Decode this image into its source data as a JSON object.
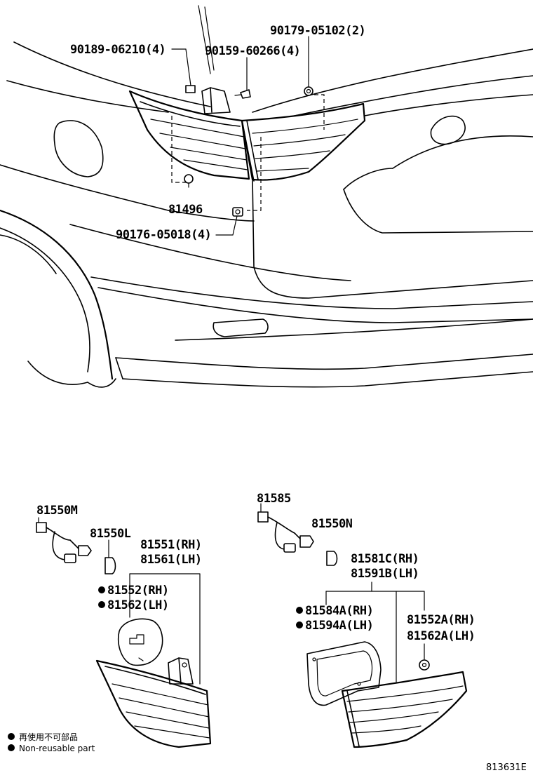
{
  "labels": {
    "p90189": "90189-06210(4)",
    "p90159": "90159-60266(4)",
    "p90179": "90179-05102(2)",
    "p81496": "81496",
    "p90176": "90176-05018(4)",
    "p81550M": "81550M",
    "p81550L": "81550L",
    "p81551": "81551(RH)",
    "p81561": "81561(LH)",
    "p81552": "81552(RH)",
    "p81562": "81562(LH)",
    "p81585": "81585",
    "p81550N": "81550N",
    "p81581C": "81581C(RH)",
    "p81591B": "81591B(LH)",
    "p81584A": "81584A(RH)",
    "p81594A": "81594A(LH)",
    "p81552A": "81552A(RH)",
    "p81562A": "81562A(LH)"
  },
  "legend": {
    "jp": "再使用不可部品",
    "en": "Non-reusable part"
  },
  "drawing_code": "813631E"
}
